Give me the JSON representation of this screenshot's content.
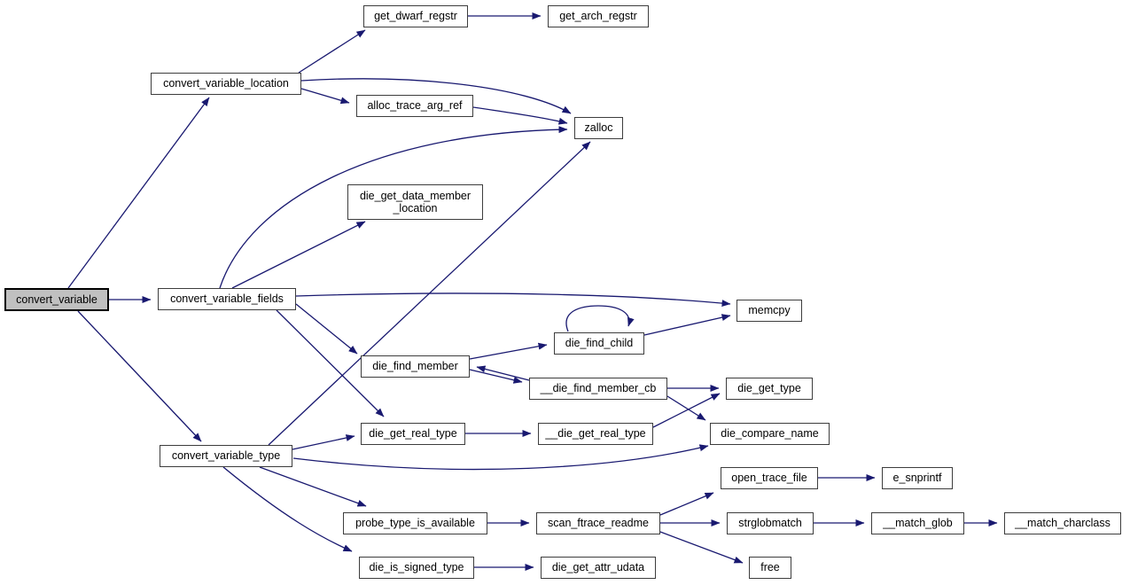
{
  "diagram": {
    "kind": "function-call-graph",
    "colors": {
      "background": "#ffffff",
      "edge": "#191970",
      "node_background": "#ffffff",
      "node_border": "#3d3d3d",
      "highlight_background": "#c0c0c0",
      "highlight_border": "#000000",
      "text": "#000000"
    },
    "nodes": [
      {
        "id": "convert_variable",
        "label": "convert_variable",
        "highlighted": true
      },
      {
        "id": "convert_variable_location",
        "label": "convert_variable_location",
        "highlighted": false
      },
      {
        "id": "convert_variable_fields",
        "label": "convert_variable_fields",
        "highlighted": false
      },
      {
        "id": "convert_variable_type",
        "label": "convert_variable_type",
        "highlighted": false
      },
      {
        "id": "get_dwarf_regstr",
        "label": "get_dwarf_regstr",
        "highlighted": false
      },
      {
        "id": "get_arch_regstr",
        "label": "get_arch_regstr",
        "highlighted": false
      },
      {
        "id": "alloc_trace_arg_ref",
        "label": "alloc_trace_arg_ref",
        "highlighted": false
      },
      {
        "id": "zalloc",
        "label": "zalloc",
        "highlighted": false
      },
      {
        "id": "die_get_data_member_location",
        "label": "die_get_data_member_location",
        "lines": [
          "die_get_data_member",
          "_location"
        ],
        "highlighted": false
      },
      {
        "id": "memcpy",
        "label": "memcpy",
        "highlighted": false
      },
      {
        "id": "die_find_child",
        "label": "die_find_child",
        "highlighted": false
      },
      {
        "id": "die_find_member",
        "label": "die_find_member",
        "highlighted": false
      },
      {
        "id": "die_find_member_cb",
        "label": "__die_find_member_cb",
        "highlighted": false
      },
      {
        "id": "die_get_type",
        "label": "die_get_type",
        "highlighted": false
      },
      {
        "id": "die_get_real_type",
        "label": "die_get_real_type",
        "highlighted": false
      },
      {
        "id": "die_get_real_type_impl",
        "label": "__die_get_real_type",
        "highlighted": false
      },
      {
        "id": "die_compare_name",
        "label": "die_compare_name",
        "highlighted": false
      },
      {
        "id": "open_trace_file",
        "label": "open_trace_file",
        "highlighted": false
      },
      {
        "id": "e_snprintf",
        "label": "e_snprintf",
        "highlighted": false
      },
      {
        "id": "probe_type_is_available",
        "label": "probe_type_is_available",
        "highlighted": false
      },
      {
        "id": "scan_ftrace_readme",
        "label": "scan_ftrace_readme",
        "highlighted": false
      },
      {
        "id": "strglobmatch",
        "label": "strglobmatch",
        "highlighted": false
      },
      {
        "id": "match_glob",
        "label": "__match_glob",
        "highlighted": false
      },
      {
        "id": "match_charclass",
        "label": "__match_charclass",
        "highlighted": false
      },
      {
        "id": "die_is_signed_type",
        "label": "die_is_signed_type",
        "highlighted": false
      },
      {
        "id": "die_get_attr_udata",
        "label": "die_get_attr_udata",
        "highlighted": false
      },
      {
        "id": "free",
        "label": "free",
        "highlighted": false
      }
    ],
    "edges": [
      {
        "from": "convert_variable",
        "to": "convert_variable_location"
      },
      {
        "from": "convert_variable",
        "to": "convert_variable_fields"
      },
      {
        "from": "convert_variable",
        "to": "convert_variable_type"
      },
      {
        "from": "convert_variable_location",
        "to": "get_dwarf_regstr"
      },
      {
        "from": "convert_variable_location",
        "to": "alloc_trace_arg_ref"
      },
      {
        "from": "convert_variable_location",
        "to": "zalloc"
      },
      {
        "from": "get_dwarf_regstr",
        "to": "get_arch_regstr"
      },
      {
        "from": "alloc_trace_arg_ref",
        "to": "zalloc"
      },
      {
        "from": "convert_variable_fields",
        "to": "zalloc"
      },
      {
        "from": "convert_variable_fields",
        "to": "die_get_data_member_location"
      },
      {
        "from": "convert_variable_fields",
        "to": "memcpy"
      },
      {
        "from": "convert_variable_fields",
        "to": "die_find_member"
      },
      {
        "from": "convert_variable_fields",
        "to": "die_get_real_type"
      },
      {
        "from": "die_find_member",
        "to": "die_find_child"
      },
      {
        "from": "die_find_member",
        "to": "die_find_member_cb"
      },
      {
        "from": "die_find_member_cb",
        "to": "die_find_member"
      },
      {
        "from": "die_find_child",
        "to": "die_find_child"
      },
      {
        "from": "die_find_child",
        "to": "memcpy"
      },
      {
        "from": "die_find_member_cb",
        "to": "die_get_type"
      },
      {
        "from": "die_find_member_cb",
        "to": "die_compare_name"
      },
      {
        "from": "die_get_real_type",
        "to": "die_get_real_type_impl"
      },
      {
        "from": "die_get_real_type_impl",
        "to": "die_get_type"
      },
      {
        "from": "convert_variable_type",
        "to": "die_get_real_type"
      },
      {
        "from": "convert_variable_type",
        "to": "zalloc"
      },
      {
        "from": "convert_variable_type",
        "to": "die_compare_name"
      },
      {
        "from": "convert_variable_type",
        "to": "probe_type_is_available"
      },
      {
        "from": "convert_variable_type",
        "to": "die_is_signed_type"
      },
      {
        "from": "probe_type_is_available",
        "to": "scan_ftrace_readme"
      },
      {
        "from": "scan_ftrace_readme",
        "to": "open_trace_file"
      },
      {
        "from": "scan_ftrace_readme",
        "to": "strglobmatch"
      },
      {
        "from": "scan_ftrace_readme",
        "to": "free"
      },
      {
        "from": "open_trace_file",
        "to": "e_snprintf"
      },
      {
        "from": "strglobmatch",
        "to": "match_glob"
      },
      {
        "from": "match_glob",
        "to": "match_charclass"
      },
      {
        "from": "die_is_signed_type",
        "to": "die_get_attr_udata"
      }
    ]
  }
}
